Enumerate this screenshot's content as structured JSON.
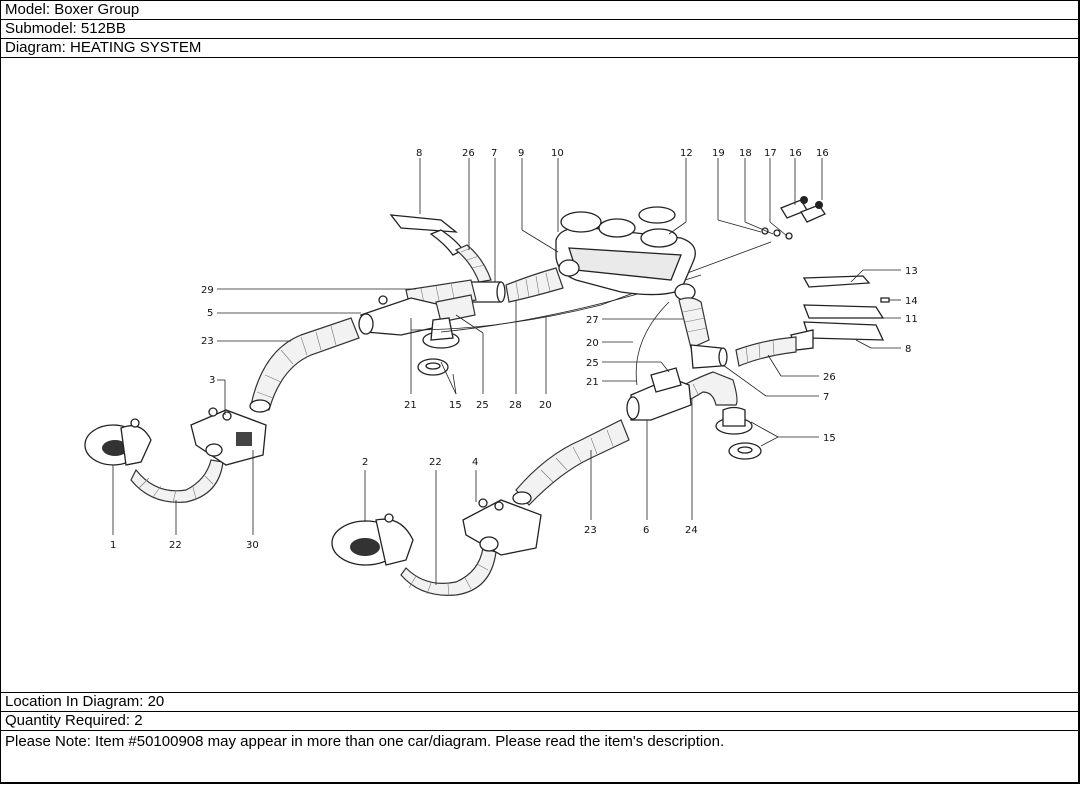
{
  "header": {
    "model": "Model: Boxer Group",
    "submodel": "Submodel: 512BB",
    "diagram": "Diagram: HEATING SYSTEM"
  },
  "footer": {
    "location": "Location In Diagram: 20",
    "quantity": "Quantity Required: 2",
    "note": "Please Note: Item #50100908 may appear in more than one car/diagram. Please read the item's description."
  },
  "callouts": {
    "top": [
      "8",
      "26",
      "7",
      "9",
      "10",
      "12",
      "19",
      "18",
      "17",
      "16",
      "16"
    ],
    "left_upper": [
      "29",
      "5",
      "23",
      "3"
    ],
    "bottom_upper": [
      "21",
      "15",
      "25",
      "28",
      "20"
    ],
    "right_upper": [
      "13",
      "14",
      "11",
      "8",
      "26",
      "7",
      "15"
    ],
    "mid_right": [
      "27",
      "20",
      "25",
      "21"
    ],
    "bottom_left": [
      "1",
      "22",
      "30"
    ],
    "bottom_center": [
      "2",
      "22",
      "4"
    ],
    "bottom_right": [
      "23",
      "6",
      "24"
    ]
  }
}
